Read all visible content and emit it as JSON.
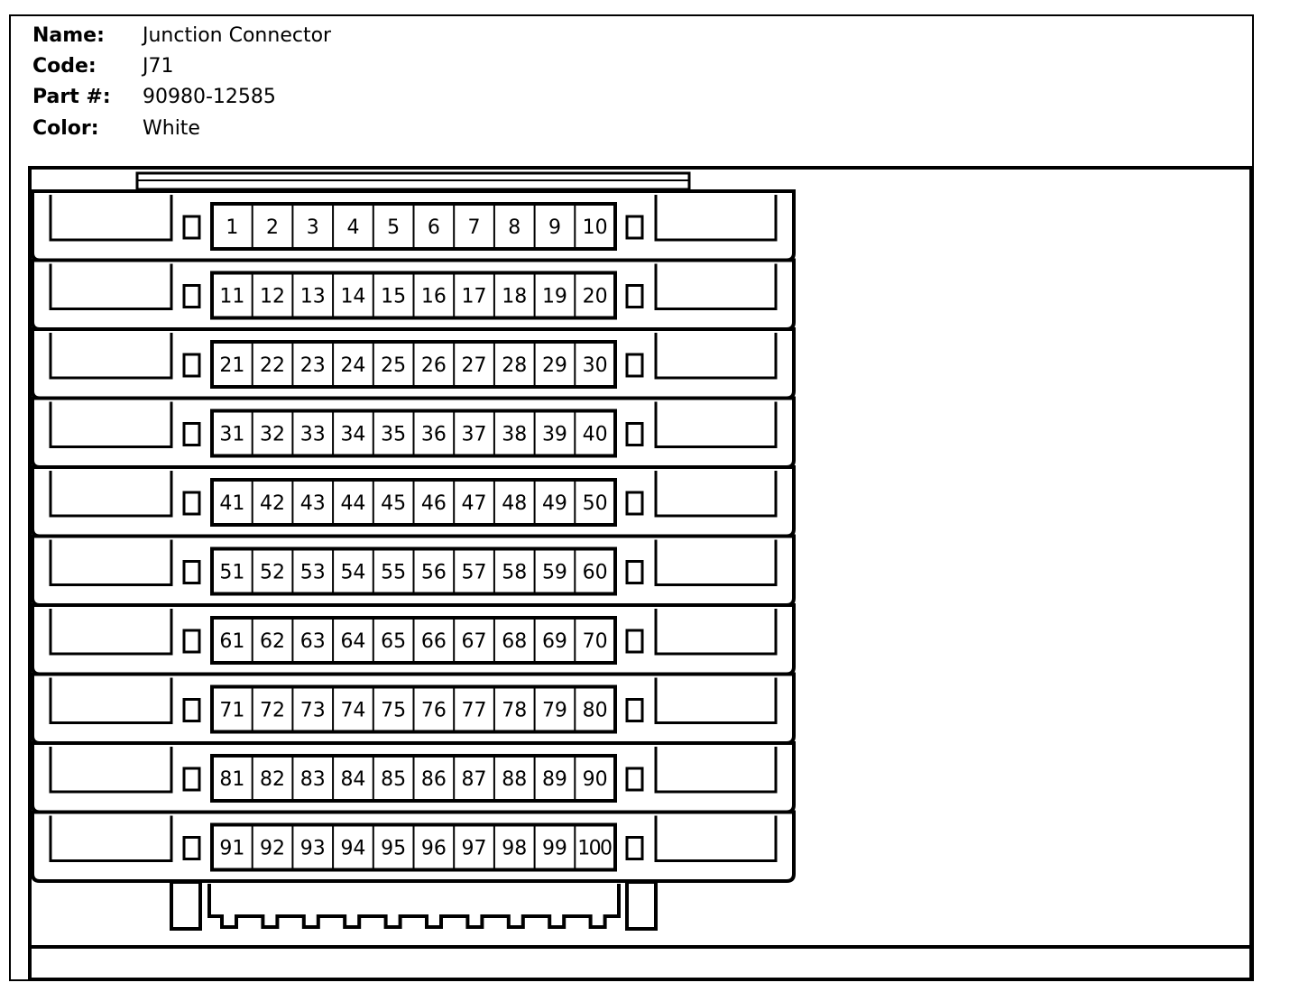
{
  "connector": {
    "name_label": "Name:",
    "name_value": "Junction Connector",
    "code_label": "Code:",
    "code_value": "J71",
    "part_label": "Part #:",
    "part_value": "90980-12585",
    "color_label": "Color:",
    "color_value": "White"
  },
  "pins": {
    "rows": 10,
    "per_row": 10,
    "labels": [
      "1",
      "2",
      "3",
      "4",
      "5",
      "6",
      "7",
      "8",
      "9",
      "10",
      "11",
      "12",
      "13",
      "14",
      "15",
      "16",
      "17",
      "18",
      "19",
      "20",
      "21",
      "22",
      "23",
      "24",
      "25",
      "26",
      "27",
      "28",
      "29",
      "30",
      "31",
      "32",
      "33",
      "34",
      "35",
      "36",
      "37",
      "38",
      "39",
      "40",
      "41",
      "42",
      "43",
      "44",
      "45",
      "46",
      "47",
      "48",
      "49",
      "50",
      "51",
      "52",
      "53",
      "54",
      "55",
      "56",
      "57",
      "58",
      "59",
      "60",
      "61",
      "62",
      "63",
      "64",
      "65",
      "66",
      "67",
      "68",
      "69",
      "70",
      "71",
      "72",
      "73",
      "74",
      "75",
      "76",
      "77",
      "78",
      "79",
      "80",
      "81",
      "82",
      "83",
      "84",
      "85",
      "86",
      "87",
      "88",
      "89",
      "90",
      "91",
      "92",
      "93",
      "94",
      "95",
      "96",
      "97",
      "98",
      "99",
      "100"
    ]
  }
}
